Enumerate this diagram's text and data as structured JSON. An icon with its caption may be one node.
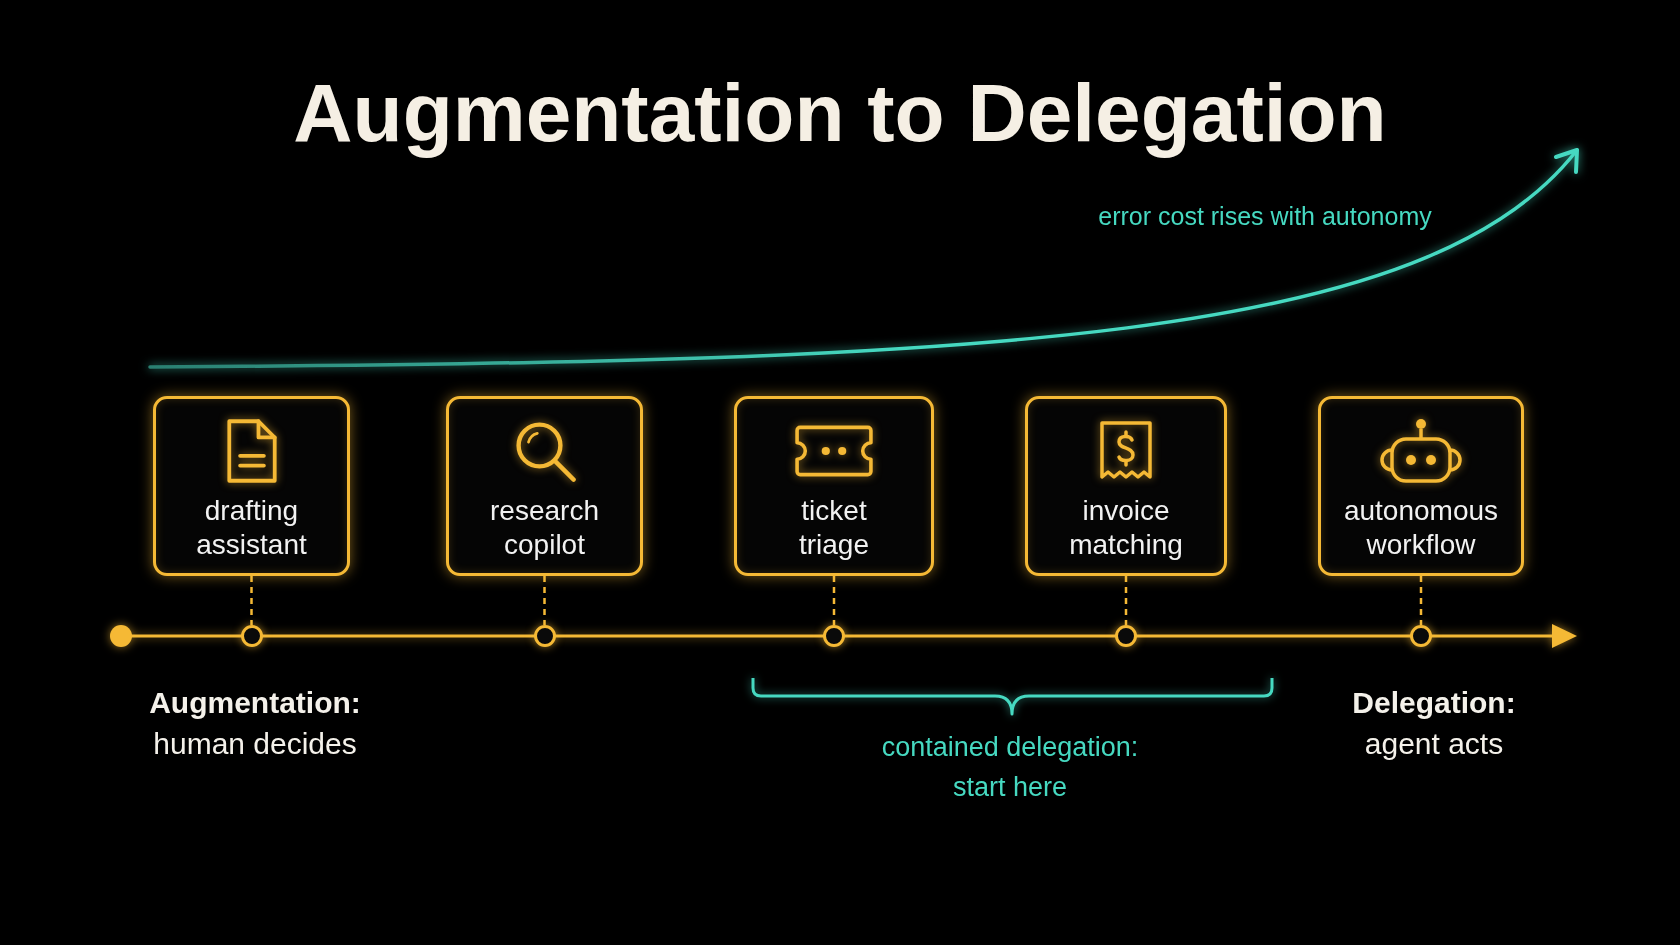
{
  "diagram": {
    "title": "Augmentation to Delegation",
    "nodes": [
      {
        "text": [
          "drafting assistant"
        ]
      },
      {
        "text": [
          "research copilot"
        ]
      },
      {
        "text": [
          "ticket triage"
        ]
      },
      {
        "text": [
          "invoice matching"
        ]
      },
      {
        "text": [
          "autonomous workflow"
        ]
      },
      {
        "text": [],
        "shape": "circle"
      },
      {
        "text": [],
        "shape": "circle"
      },
      {
        "text": [],
        "shape": "circle"
      },
      {
        "text": [],
        "shape": "circle"
      },
      {
        "text": [],
        "shape": "circle"
      }
    ],
    "edges": [
      {
        "from": 0,
        "to": 5,
        "arrow": "none",
        "style": "dashed"
      },
      {
        "from": 1,
        "to": 6,
        "arrow": "none",
        "style": "dashed"
      },
      {
        "from": 2,
        "to": 7,
        "arrow": "none",
        "style": "dashed"
      },
      {
        "from": 3,
        "to": 8,
        "arrow": "none",
        "style": "dashed"
      },
      {
        "from": 4,
        "to": 9,
        "arrow": "none",
        "style": "dashed"
      }
    ],
    "labels": [
      "error cost rises with autonomy",
      "Augmentation:",
      "human decides",
      "contained delegation: start here",
      "Delegation:",
      "agent acts"
    ]
  }
}
